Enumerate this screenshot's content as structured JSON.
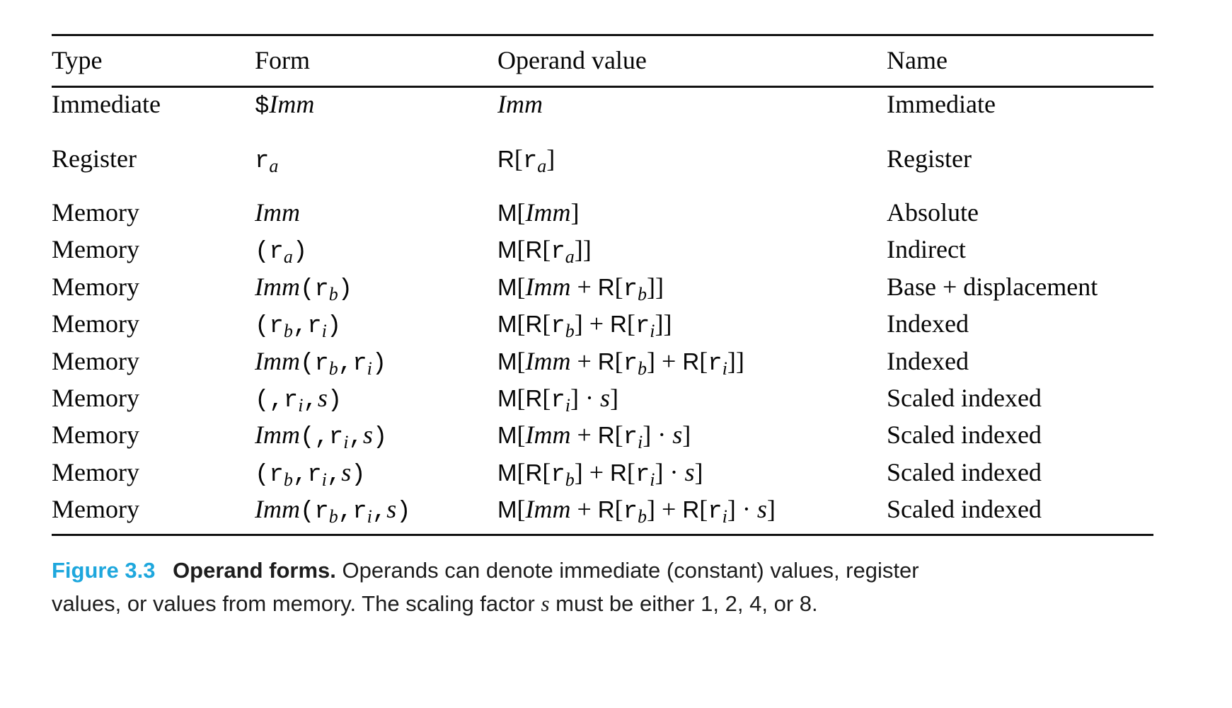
{
  "table": {
    "headers": [
      "Type",
      "Form",
      "Operand value",
      "Name"
    ],
    "rows": [
      {
        "type": "Immediate",
        "form": [
          [
            "mono",
            "$"
          ],
          [
            "it",
            "Imm"
          ]
        ],
        "value": [
          [
            "it",
            "Imm"
          ]
        ],
        "name": "Immediate"
      },
      {
        "type": "Register",
        "form": [
          [
            "mono",
            "r"
          ],
          [
            "sub",
            "a"
          ]
        ],
        "value": [
          [
            "sans",
            "R"
          ],
          [
            "rm",
            "["
          ],
          [
            "mono",
            "r"
          ],
          [
            "sub",
            "a"
          ],
          [
            "rm",
            "]"
          ]
        ],
        "name": "Register"
      },
      {
        "type": "Memory",
        "form": [
          [
            "it",
            "Imm"
          ]
        ],
        "value": [
          [
            "sans",
            "M"
          ],
          [
            "rm",
            "["
          ],
          [
            "it",
            "Imm"
          ],
          [
            "rm",
            "]"
          ]
        ],
        "name": "Absolute"
      },
      {
        "type": "Memory",
        "form": [
          [
            "mono",
            "(r"
          ],
          [
            "sub",
            "a"
          ],
          [
            "mono",
            ")"
          ]
        ],
        "value": [
          [
            "sans",
            "M"
          ],
          [
            "rm",
            "["
          ],
          [
            "sans",
            "R"
          ],
          [
            "rm",
            "["
          ],
          [
            "mono",
            "r"
          ],
          [
            "sub",
            "a"
          ],
          [
            "rm",
            "]]"
          ]
        ],
        "name": "Indirect"
      },
      {
        "type": "Memory",
        "form": [
          [
            "it",
            "Imm"
          ],
          [
            "mono",
            "(r"
          ],
          [
            "sub",
            "b"
          ],
          [
            "mono",
            ")"
          ]
        ],
        "value": [
          [
            "sans",
            "M"
          ],
          [
            "rm",
            "["
          ],
          [
            "it",
            "Imm"
          ],
          [
            "rm",
            " + "
          ],
          [
            "sans",
            "R"
          ],
          [
            "rm",
            "["
          ],
          [
            "mono",
            "r"
          ],
          [
            "sub",
            "b"
          ],
          [
            "rm",
            "]]"
          ]
        ],
        "name": "Base + displacement"
      },
      {
        "type": "Memory",
        "form": [
          [
            "mono",
            "(r"
          ],
          [
            "sub",
            "b"
          ],
          [
            "mono",
            ",r"
          ],
          [
            "sub",
            "i"
          ],
          [
            "mono",
            ")"
          ]
        ],
        "value": [
          [
            "sans",
            "M"
          ],
          [
            "rm",
            "["
          ],
          [
            "sans",
            "R"
          ],
          [
            "rm",
            "["
          ],
          [
            "mono",
            "r"
          ],
          [
            "sub",
            "b"
          ],
          [
            "rm",
            "] + "
          ],
          [
            "sans",
            "R"
          ],
          [
            "rm",
            "["
          ],
          [
            "mono",
            "r"
          ],
          [
            "sub",
            "i"
          ],
          [
            "rm",
            "]]"
          ]
        ],
        "name": "Indexed"
      },
      {
        "type": "Memory",
        "form": [
          [
            "it",
            "Imm"
          ],
          [
            "mono",
            "(r"
          ],
          [
            "sub",
            "b"
          ],
          [
            "mono",
            ",r"
          ],
          [
            "sub",
            "i"
          ],
          [
            "mono",
            ")"
          ]
        ],
        "value": [
          [
            "sans",
            "M"
          ],
          [
            "rm",
            "["
          ],
          [
            "it",
            "Imm"
          ],
          [
            "rm",
            " + "
          ],
          [
            "sans",
            "R"
          ],
          [
            "rm",
            "["
          ],
          [
            "mono",
            "r"
          ],
          [
            "sub",
            "b"
          ],
          [
            "rm",
            "] + "
          ],
          [
            "sans",
            "R"
          ],
          [
            "rm",
            "["
          ],
          [
            "mono",
            "r"
          ],
          [
            "sub",
            "i"
          ],
          [
            "rm",
            "]]"
          ]
        ],
        "name": "Indexed"
      },
      {
        "type": "Memory",
        "form": [
          [
            "mono",
            "(,r"
          ],
          [
            "sub",
            "i"
          ],
          [
            "mono",
            ","
          ],
          [
            "it",
            "s"
          ],
          [
            "mono",
            ")"
          ]
        ],
        "value": [
          [
            "sans",
            "M"
          ],
          [
            "rm",
            "["
          ],
          [
            "sans",
            "R"
          ],
          [
            "rm",
            "["
          ],
          [
            "mono",
            "r"
          ],
          [
            "sub",
            "i"
          ],
          [
            "rm",
            "] · "
          ],
          [
            "it",
            "s"
          ],
          [
            "rm",
            "]"
          ]
        ],
        "name": "Scaled indexed"
      },
      {
        "type": "Memory",
        "form": [
          [
            "it",
            "Imm"
          ],
          [
            "mono",
            "(,r"
          ],
          [
            "sub",
            "i"
          ],
          [
            "mono",
            ","
          ],
          [
            "it",
            "s"
          ],
          [
            "mono",
            ")"
          ]
        ],
        "value": [
          [
            "sans",
            "M"
          ],
          [
            "rm",
            "["
          ],
          [
            "it",
            "Imm"
          ],
          [
            "rm",
            " + "
          ],
          [
            "sans",
            "R"
          ],
          [
            "rm",
            "["
          ],
          [
            "mono",
            "r"
          ],
          [
            "sub",
            "i"
          ],
          [
            "rm",
            "] · "
          ],
          [
            "it",
            "s"
          ],
          [
            "rm",
            "]"
          ]
        ],
        "name": "Scaled indexed"
      },
      {
        "type": "Memory",
        "form": [
          [
            "mono",
            "(r"
          ],
          [
            "sub",
            "b"
          ],
          [
            "mono",
            ",r"
          ],
          [
            "sub",
            "i"
          ],
          [
            "mono",
            ","
          ],
          [
            "it",
            "s"
          ],
          [
            "mono",
            ")"
          ]
        ],
        "value": [
          [
            "sans",
            "M"
          ],
          [
            "rm",
            "["
          ],
          [
            "sans",
            "R"
          ],
          [
            "rm",
            "["
          ],
          [
            "mono",
            "r"
          ],
          [
            "sub",
            "b"
          ],
          [
            "rm",
            "] + "
          ],
          [
            "sans",
            "R"
          ],
          [
            "rm",
            "["
          ],
          [
            "mono",
            "r"
          ],
          [
            "sub",
            "i"
          ],
          [
            "rm",
            "] · "
          ],
          [
            "it",
            "s"
          ],
          [
            "rm",
            "]"
          ]
        ],
        "name": "Scaled indexed"
      },
      {
        "type": "Memory",
        "form": [
          [
            "it",
            "Imm"
          ],
          [
            "mono",
            "(r"
          ],
          [
            "sub",
            "b"
          ],
          [
            "mono",
            ",r"
          ],
          [
            "sub",
            "i"
          ],
          [
            "mono",
            ","
          ],
          [
            "it",
            "s"
          ],
          [
            "mono",
            ")"
          ]
        ],
        "value": [
          [
            "sans",
            "M"
          ],
          [
            "rm",
            "["
          ],
          [
            "it",
            "Imm"
          ],
          [
            "rm",
            " + "
          ],
          [
            "sans",
            "R"
          ],
          [
            "rm",
            "["
          ],
          [
            "mono",
            "r"
          ],
          [
            "sub",
            "b"
          ],
          [
            "rm",
            "] + "
          ],
          [
            "sans",
            "R"
          ],
          [
            "rm",
            "["
          ],
          [
            "mono",
            "r"
          ],
          [
            "sub",
            "i"
          ],
          [
            "rm",
            "] · "
          ],
          [
            "it",
            "s"
          ],
          [
            "rm",
            "]"
          ]
        ],
        "name": "Scaled indexed"
      }
    ]
  },
  "caption": {
    "label": "Figure 3.3",
    "label_color": "#1ea7dd",
    "title": "Operand forms.",
    "line1_text": "Operands can denote immediate (constant) values, register",
    "line2_pre": "values, or values from memory. The scaling factor ",
    "line2_var": "s",
    "line2_post": " must be either 1, 2, 4, or 8.",
    "scaling_factors": [
      1,
      2,
      4,
      8
    ]
  }
}
